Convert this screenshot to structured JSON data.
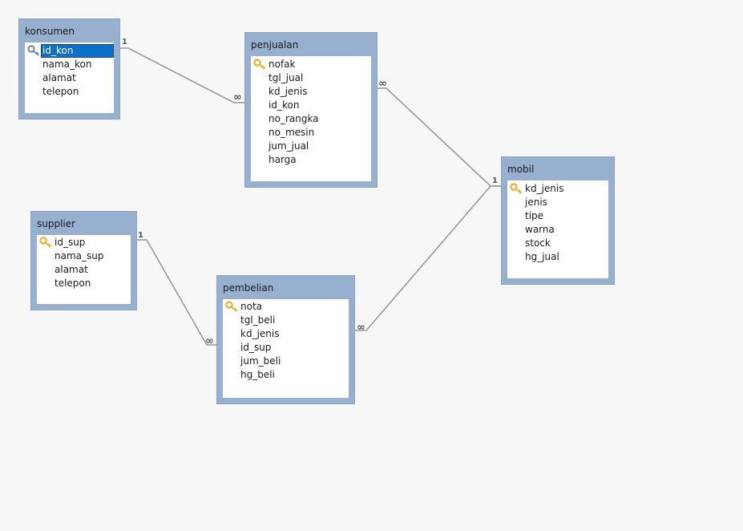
{
  "colors": {
    "table_frame": "#98b0d0",
    "field_background": "#ffffff",
    "selection": "#0c6fc8",
    "relation_line": "#999999",
    "key_icon": "#e8b22c",
    "canvas_background": "#f7f7f7"
  },
  "icons": {
    "primary_key": "key-icon"
  },
  "tables": {
    "konsumen": {
      "title": "konsumen",
      "fields": [
        "id_kon",
        "nama_kon",
        "alamat",
        "telepon"
      ],
      "primary_key": "id_kon",
      "selected_field": "id_kon"
    },
    "penjualan": {
      "title": "penjualan",
      "fields": [
        "nofak",
        "tgl_jual",
        "kd_jenis",
        "id_kon",
        "no_rangka",
        "no_mesin",
        "jum_jual",
        "harga"
      ],
      "primary_key": "nofak"
    },
    "mobil": {
      "title": "mobil",
      "fields": [
        "kd_jenis",
        "jenis",
        "tipe",
        "warna",
        "stock",
        "hg_jual"
      ],
      "primary_key": "kd_jenis"
    },
    "supplier": {
      "title": "supplier",
      "fields": [
        "id_sup",
        "nama_sup",
        "alamat",
        "telepon"
      ],
      "primary_key": "id_sup"
    },
    "pembelian": {
      "title": "pembelian",
      "fields": [
        "nota",
        "tgl_beli",
        "kd_jenis",
        "id_sup",
        "jum_beli",
        "hg_beli"
      ],
      "primary_key": "nota"
    }
  },
  "relationships": [
    {
      "from": "konsumen",
      "from_label": "1",
      "to": "penjualan",
      "to_label": "∞"
    },
    {
      "from": "mobil",
      "from_label": "1",
      "to": "penjualan",
      "to_label": "∞"
    },
    {
      "from": "mobil",
      "from_label": "1",
      "to": "pembelian",
      "to_label": "∞"
    },
    {
      "from": "supplier",
      "from_label": "1",
      "to": "pembelian",
      "to_label": "∞"
    }
  ]
}
